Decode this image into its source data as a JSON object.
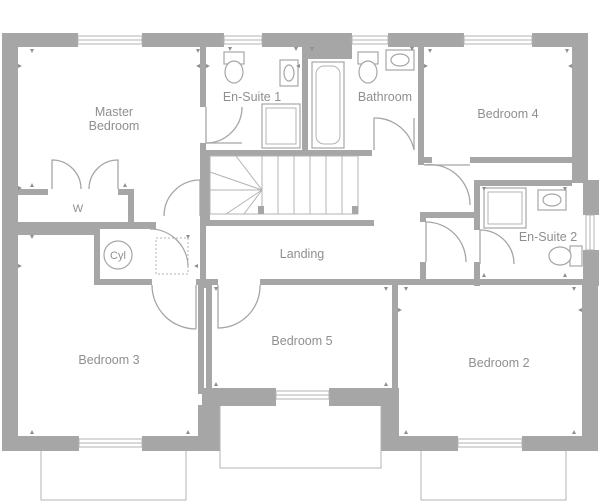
{
  "rooms": {
    "master_bedroom": [
      "Master",
      "Bedroom"
    ],
    "wardrobe": "W",
    "ensuite_1": "En-Suite 1",
    "bathroom": "Bathroom",
    "bedroom_4": "Bedroom 4",
    "ensuite_2": "En-Suite 2",
    "cylinder": "Cyl",
    "landing": "Landing",
    "bedroom_3": "Bedroom 3",
    "bedroom_5": "Bedroom 5",
    "bedroom_2": "Bedroom 2"
  },
  "colors": {
    "wall": "#a6a6a6",
    "label": "#8f8f8f",
    "background": "#ffffff"
  }
}
